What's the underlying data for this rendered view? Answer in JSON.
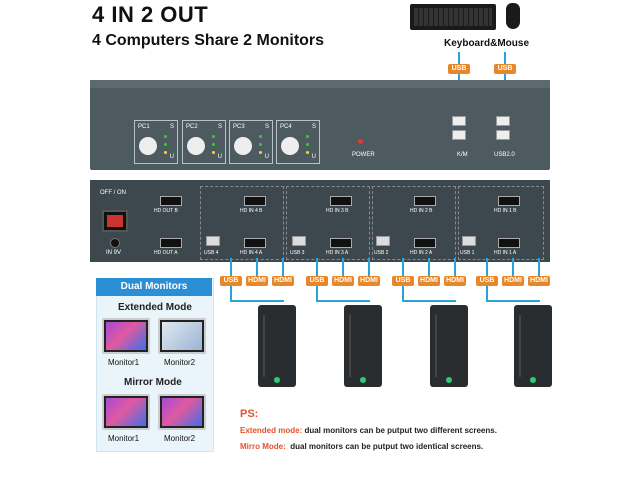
{
  "header": {
    "title": "4 IN 2 OUT",
    "subtitle": "4 Computers Share 2 Monitors"
  },
  "peripherals": {
    "label": "Keyboard&Mouse",
    "usb_tag_left": "USB",
    "usb_tag_right": "USB"
  },
  "front_panel": {
    "pc_buttons": [
      {
        "label": "PC1",
        "s": "S",
        "u": "U"
      },
      {
        "label": "PC2",
        "s": "S",
        "u": "U"
      },
      {
        "label": "PC3",
        "s": "S",
        "u": "U"
      },
      {
        "label": "PC4",
        "s": "S",
        "u": "U"
      }
    ],
    "power_label": "POWER",
    "km_label": "K/M",
    "usb2_label": "USB2.0"
  },
  "back_panel": {
    "switch_label": "OFF / ON",
    "dc_label": "IN 9V",
    "hd_out_b": "HD OUT B",
    "hd_out_a": "HD OUT A",
    "hd_in_b": [
      "HD IN 4 B",
      "HD IN 3 B",
      "HD IN 2 B",
      "HD IN 1 B"
    ],
    "hd_in_a": [
      "HD IN 4 A",
      "HD IN 3 A",
      "HD IN 2 A",
      "HD IN 1 A"
    ],
    "usb_ports": [
      "USB 4",
      "USB 3",
      "USB 2",
      "USB 1"
    ]
  },
  "cable_tags": {
    "groups": [
      [
        "USB",
        "HDMI",
        "HDMI"
      ],
      [
        "USB",
        "HDMI",
        "HDMI"
      ],
      [
        "USB",
        "HDMI",
        "HDMI"
      ],
      [
        "USB",
        "HDMI",
        "HDMI"
      ]
    ]
  },
  "dual_monitors": {
    "header": "Dual Monitors",
    "extended_title": "Extended Mode",
    "mirror_title": "Mirror Mode",
    "monitor1": "Monitor1",
    "monitor2": "Monitor2"
  },
  "notes": {
    "ps": "PS:",
    "extended_label": "Extended mode:",
    "extended_text": " dual monitors can be putput two different screens.",
    "mirror_label": "Mirro Mode:",
    "mirror_text": "  dual monitors can be putput two identical screens."
  },
  "colors": {
    "accent_blue": "#2b8fd6",
    "tag_orange": "#e8862a",
    "ps_red": "#e8502a"
  }
}
